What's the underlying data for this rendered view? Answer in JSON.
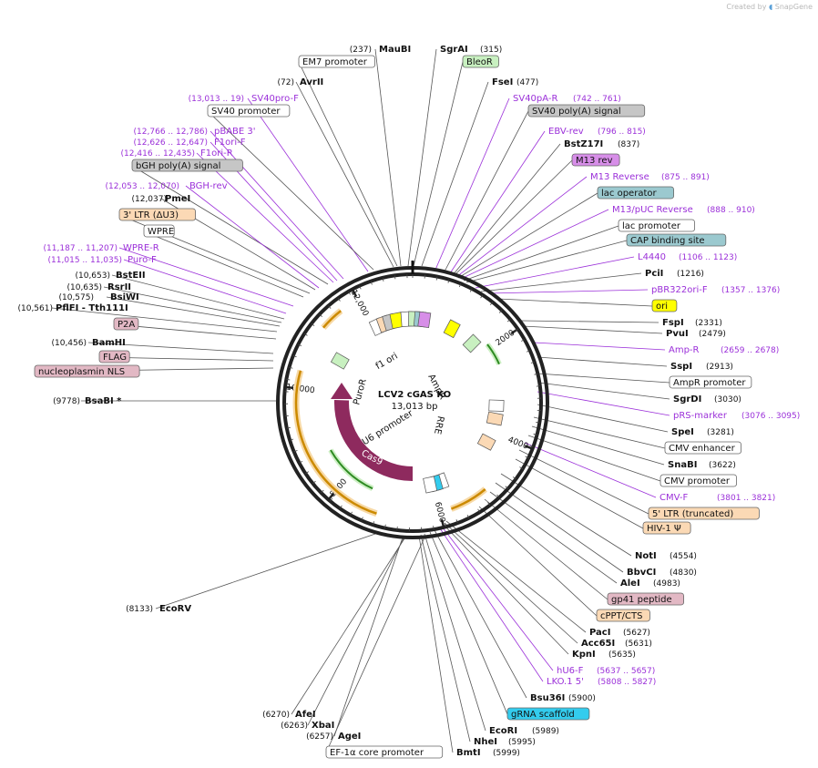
{
  "credit": {
    "prefix": "Created by",
    "brand": "SnapGene"
  },
  "plasmid": {
    "name": "LCV2 cGAS KO",
    "size_label": "13,013 bp"
  },
  "ruler": [
    "2000",
    "4000",
    "6000",
    "8000",
    "10,000",
    "12,000"
  ],
  "colors": {
    "enzyme": "#111111",
    "primer": "#9b30d9",
    "promoter": "#ffffff",
    "polyA": "#c6c6c6",
    "marker": "#c8f0c0",
    "ltr": "#fbd9b5",
    "peptide": "#e2b8c4",
    "ori": "#ffff00",
    "protein": "#8e2a5e",
    "scaffold": "#33ccee",
    "lac_operator": "#9bc9cf",
    "m13": "#d78ee8"
  },
  "labels": [
    {
      "text": "(237)",
      "kind": "num"
    },
    {
      "text": "MauBI",
      "kind": "enzyme"
    },
    {
      "text": "SgrAI",
      "kind": "enzyme"
    },
    {
      "text": "(315)",
      "kind": "num"
    },
    {
      "text": "EM7 promoter",
      "kind": "box",
      "style": "promoter"
    },
    {
      "text": "BleoR",
      "kind": "box",
      "style": "marker"
    },
    {
      "text": "(72)",
      "kind": "num"
    },
    {
      "text": "AvrII",
      "kind": "enzyme"
    },
    {
      "text": "FseI",
      "kind": "enzyme"
    },
    {
      "text": "(477)",
      "kind": "num"
    },
    {
      "text": "(13,013 .. 19)",
      "kind": "primer_num"
    },
    {
      "text": "SV40pro-F",
      "kind": "primer"
    },
    {
      "text": "SV40pA-R",
      "kind": "primer"
    },
    {
      "text": "(742 .. 761)",
      "kind": "primer_num"
    },
    {
      "text": "SV40 promoter",
      "kind": "box",
      "style": "promoter"
    },
    {
      "text": "SV40 poly(A) signal",
      "kind": "box",
      "style": "polyA"
    },
    {
      "text": "(12,766 .. 12,786)",
      "kind": "primer_num"
    },
    {
      "text": "pBABE 3'",
      "kind": "primer"
    },
    {
      "text": "EBV-rev",
      "kind": "primer"
    },
    {
      "text": "(796 .. 815)",
      "kind": "primer_num"
    },
    {
      "text": "(12,626 .. 12,647)",
      "kind": "primer_num"
    },
    {
      "text": "F1ori-F",
      "kind": "primer"
    },
    {
      "text": "BstZ17I",
      "kind": "enzyme"
    },
    {
      "text": "(837)",
      "kind": "num"
    },
    {
      "text": "(12,416 .. 12,435)",
      "kind": "primer_num"
    },
    {
      "text": "F1ori-R",
      "kind": "primer"
    },
    {
      "text": "M13 rev",
      "kind": "box",
      "style": "m13"
    },
    {
      "text": "bGH poly(A) signal",
      "kind": "box",
      "style": "polyA"
    },
    {
      "text": "M13 Reverse",
      "kind": "primer"
    },
    {
      "text": "(875 .. 891)",
      "kind": "primer_num"
    },
    {
      "text": "(12,053 .. 12,070)",
      "kind": "primer_num"
    },
    {
      "text": "BGH-rev",
      "kind": "primer"
    },
    {
      "text": "lac operator",
      "kind": "box",
      "style": "lac_operator"
    },
    {
      "text": "(12,037)",
      "kind": "num"
    },
    {
      "text": "PmeI",
      "kind": "enzyme"
    },
    {
      "text": "M13/pUC Reverse",
      "kind": "primer"
    },
    {
      "text": "(888 .. 910)",
      "kind": "primer_num"
    },
    {
      "text": "3' LTR (ΔU3)",
      "kind": "box",
      "style": "ltr"
    },
    {
      "text": "lac promoter",
      "kind": "box",
      "style": "promoter"
    },
    {
      "text": "WPRE",
      "kind": "box",
      "style": "promoter"
    },
    {
      "text": "CAP binding site",
      "kind": "box",
      "style": "lac_operator"
    },
    {
      "text": "(11,187 .. 11,207)",
      "kind": "primer_num"
    },
    {
      "text": "WPRE-R",
      "kind": "primer"
    },
    {
      "text": "L4440",
      "kind": "primer"
    },
    {
      "text": "(1106 .. 1123)",
      "kind": "primer_num"
    },
    {
      "text": "(11,015 .. 11,035)",
      "kind": "primer_num"
    },
    {
      "text": "Puro-F",
      "kind": "primer"
    },
    {
      "text": "PciI",
      "kind": "enzyme"
    },
    {
      "text": "(1216)",
      "kind": "num"
    },
    {
      "text": "(10,653)",
      "kind": "num"
    },
    {
      "text": "BstEII",
      "kind": "enzyme"
    },
    {
      "text": "pBR322ori-F",
      "kind": "primer"
    },
    {
      "text": "(1357 .. 1376)",
      "kind": "primer_num"
    },
    {
      "text": "(10,635)",
      "kind": "num"
    },
    {
      "text": "RsrII",
      "kind": "enzyme"
    },
    {
      "text": "(10,575)",
      "kind": "num"
    },
    {
      "text": "BsiWI",
      "kind": "enzyme"
    },
    {
      "text": "ori",
      "kind": "box",
      "style": "ori"
    },
    {
      "text": "(10,561)",
      "kind": "num"
    },
    {
      "text": "PflFI - Tth111I",
      "kind": "enzyme"
    },
    {
      "text": "P2A",
      "kind": "box",
      "style": "peptide"
    },
    {
      "text": "FspI",
      "kind": "enzyme"
    },
    {
      "text": "(2331)",
      "kind": "num"
    },
    {
      "text": "PvuI",
      "kind": "enzyme"
    },
    {
      "text": "(2479)",
      "kind": "num"
    },
    {
      "text": "(10,456)",
      "kind": "num"
    },
    {
      "text": "BamHI",
      "kind": "enzyme"
    },
    {
      "text": "Amp-R",
      "kind": "primer"
    },
    {
      "text": "(2659 .. 2678)",
      "kind": "primer_num"
    },
    {
      "text": "FLAG",
      "kind": "box",
      "style": "peptide"
    },
    {
      "text": "SspI",
      "kind": "enzyme"
    },
    {
      "text": "(2913)",
      "kind": "num"
    },
    {
      "text": "nucleoplasmin NLS",
      "kind": "box",
      "style": "peptide"
    },
    {
      "text": "AmpR promoter",
      "kind": "box",
      "style": "promoter"
    },
    {
      "text": "SgrDI",
      "kind": "enzyme"
    },
    {
      "text": "(3030)",
      "kind": "num"
    },
    {
      "text": "(9778)",
      "kind": "num"
    },
    {
      "text": "BsaBI *",
      "kind": "enzyme"
    },
    {
      "text": "pRS-marker",
      "kind": "primer"
    },
    {
      "text": "(3076 .. 3095)",
      "kind": "primer_num"
    },
    {
      "text": "SpeI",
      "kind": "enzyme"
    },
    {
      "text": "(3281)",
      "kind": "num"
    },
    {
      "text": "CMV enhancer",
      "kind": "box",
      "style": "promoter"
    },
    {
      "text": "SnaBI",
      "kind": "enzyme"
    },
    {
      "text": "(3622)",
      "kind": "num"
    },
    {
      "text": "CMV promoter",
      "kind": "box",
      "style": "promoter"
    },
    {
      "text": "CMV-F",
      "kind": "primer"
    },
    {
      "text": "(3801 .. 3821)",
      "kind": "primer_num"
    },
    {
      "text": "5' LTR (truncated)",
      "kind": "box",
      "style": "ltr"
    },
    {
      "text": "HIV-1 Ψ",
      "kind": "box",
      "style": "ltr"
    },
    {
      "text": "NotI",
      "kind": "enzyme"
    },
    {
      "text": "(4554)",
      "kind": "num"
    },
    {
      "text": "BbvCI",
      "kind": "enzyme"
    },
    {
      "text": "(4830)",
      "kind": "num"
    },
    {
      "text": "AleI",
      "kind": "enzyme"
    },
    {
      "text": "(4983)",
      "kind": "num"
    },
    {
      "text": "gp41 peptide",
      "kind": "box",
      "style": "peptide"
    },
    {
      "text": "cPPT/CTS",
      "kind": "box",
      "style": "ltr"
    },
    {
      "text": "(8133)",
      "kind": "num"
    },
    {
      "text": "EcoRV",
      "kind": "enzyme"
    },
    {
      "text": "PacI",
      "kind": "enzyme"
    },
    {
      "text": "(5627)",
      "kind": "num"
    },
    {
      "text": "Acc65I",
      "kind": "enzyme"
    },
    {
      "text": "(5631)",
      "kind": "num"
    },
    {
      "text": "KpnI",
      "kind": "enzyme"
    },
    {
      "text": "(5635)",
      "kind": "num"
    },
    {
      "text": "hU6-F",
      "kind": "primer"
    },
    {
      "text": "(5637 .. 5657)",
      "kind": "primer_num"
    },
    {
      "text": "LKO.1 5'",
      "kind": "primer"
    },
    {
      "text": "(5808 .. 5827)",
      "kind": "primer_num"
    },
    {
      "text": "Bsu36I",
      "kind": "enzyme"
    },
    {
      "text": "(5900)",
      "kind": "num"
    },
    {
      "text": "gRNA scaffold",
      "kind": "box",
      "style": "scaffold"
    },
    {
      "text": "(6270)",
      "kind": "num"
    },
    {
      "text": "AfeI",
      "kind": "enzyme"
    },
    {
      "text": "EcoRI",
      "kind": "enzyme"
    },
    {
      "text": "(5989)",
      "kind": "num"
    },
    {
      "text": "(6263)",
      "kind": "num"
    },
    {
      "text": "XbaI",
      "kind": "enzyme"
    },
    {
      "text": "NheI",
      "kind": "enzyme"
    },
    {
      "text": "(5995)",
      "kind": "num"
    },
    {
      "text": "(6257)",
      "kind": "num"
    },
    {
      "text": "AgeI",
      "kind": "enzyme"
    },
    {
      "text": "EF-1α core promoter",
      "kind": "box",
      "style": "promoter"
    },
    {
      "text": "BmtI",
      "kind": "enzyme"
    },
    {
      "text": "(5999)",
      "kind": "num"
    }
  ],
  "features": [
    {
      "text": "f1 ori",
      "kind": "feature"
    },
    {
      "text": "AmpR",
      "kind": "feature"
    },
    {
      "text": "PuroR",
      "kind": "feature"
    },
    {
      "text": "RRE",
      "kind": "feature"
    },
    {
      "text": "U6 promoter",
      "kind": "feature"
    },
    {
      "text": "Cas9",
      "kind": "feature_inner"
    }
  ]
}
